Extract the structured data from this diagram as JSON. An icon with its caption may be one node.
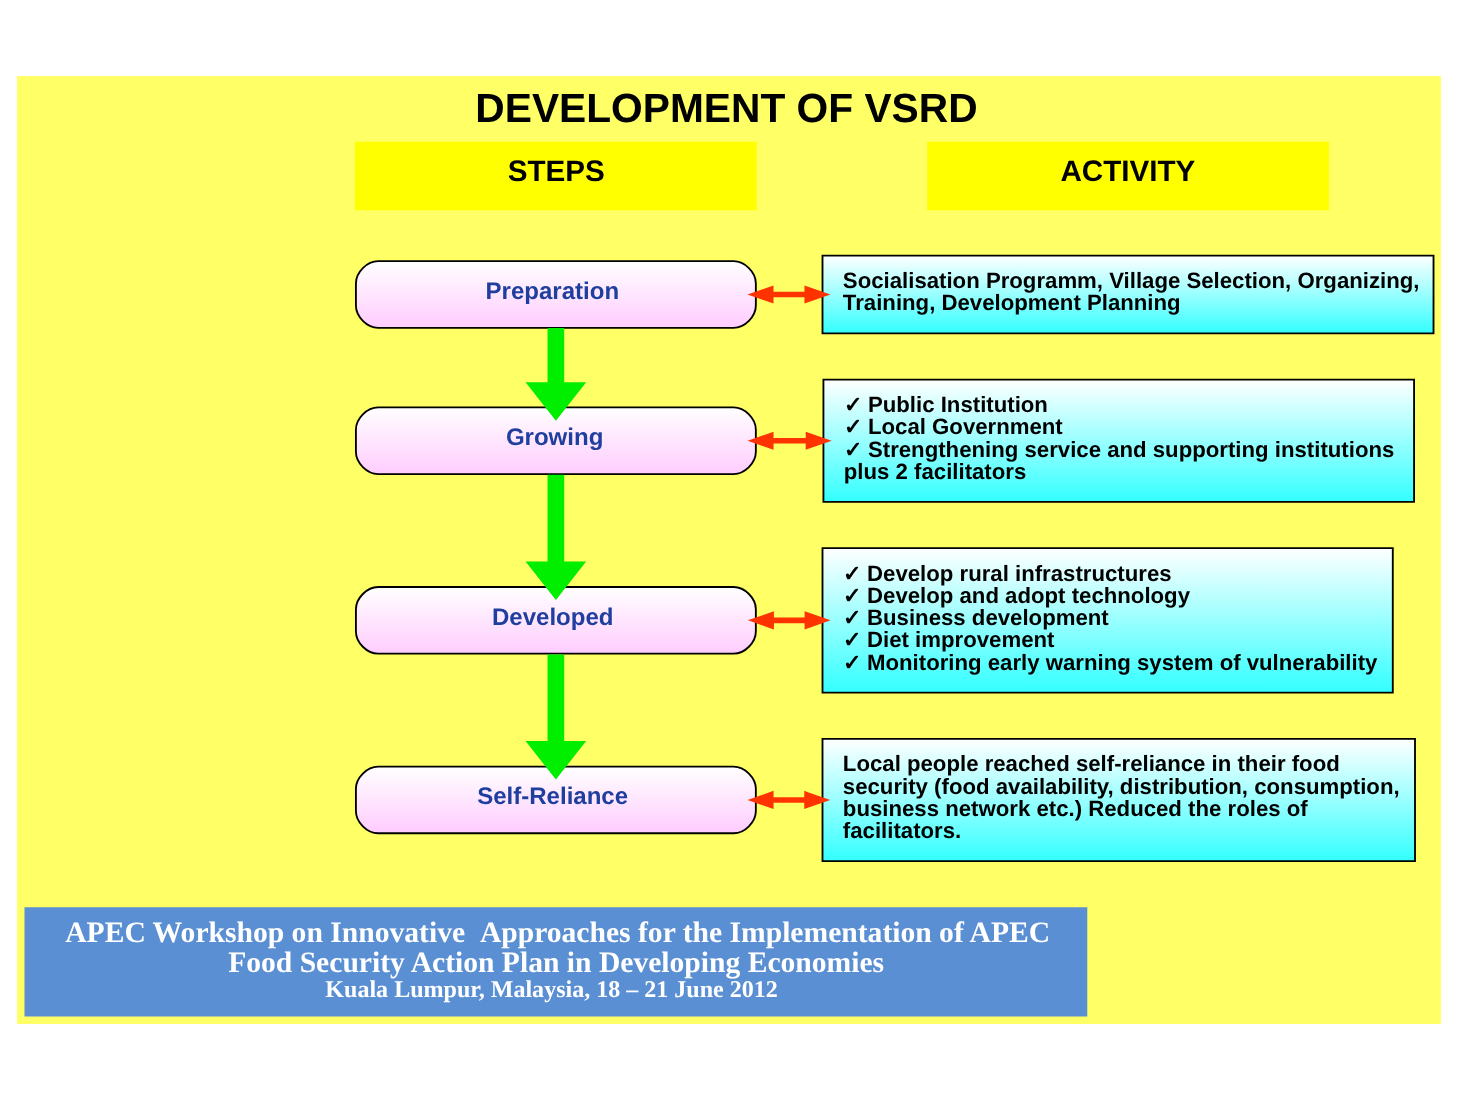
{
  "diagram": {
    "title": "DEVELOPMENT OF VSRD",
    "caption": "APEC Workshop on Innovative  Approaches for the Implementation of APEC Food Security Action Plan in Developing Economies",
    "nodes": [
      {
        "text": [
          "STEPS"
        ]
      },
      {
        "text": [
          "ACTIVITY"
        ]
      },
      {
        "text": [
          "Preparation"
        ]
      },
      {
        "text": [
          "Socialisation Programm, Village Selection, Organizing, Training, Development Planning"
        ]
      },
      {
        "text": [
          "Growing"
        ]
      },
      {
        "text": [
          "✓ Public Institution",
          "✓ Local Government",
          "✓ Strengthening service and supporting institutions plus 2 facilitators"
        ]
      },
      {
        "text": [
          "Developed"
        ]
      },
      {
        "text": [
          "✓ Develop rural infrastructures",
          "✓ Develop and adopt technology",
          "✓ Business development",
          "✓ Diet improvement",
          "✓ Monitoring early warning system of vulnerability"
        ]
      },
      {
        "text": [
          "Self-Reliance"
        ]
      },
      {
        "text": [
          "Local people reached self-reliance in their food security (food availability, distribution, consumption, business network etc.) Reduced the roles of facilitators."
        ]
      }
    ],
    "edges": [
      {
        "from": 2,
        "to": 3,
        "arrow": "both",
        "color": "#ff3300"
      },
      {
        "from": 2,
        "to": 4,
        "arrow": "to",
        "style": "thick",
        "color": "#00ee00"
      },
      {
        "from": 4,
        "to": 5,
        "arrow": "both",
        "color": "#ff3300"
      },
      {
        "from": 4,
        "to": 6,
        "arrow": "to",
        "style": "thick",
        "color": "#00ee00"
      },
      {
        "from": 6,
        "to": 7,
        "arrow": "both",
        "color": "#ff3300"
      },
      {
        "from": 6,
        "to": 8,
        "arrow": "to",
        "style": "thick",
        "color": "#00ee00"
      },
      {
        "from": 8,
        "to": 9,
        "arrow": "both",
        "color": "#ff3300"
      }
    ],
    "labels": [
      "Kuala Lumpur, Malaysia, 18 – 21 June 2012"
    ]
  }
}
